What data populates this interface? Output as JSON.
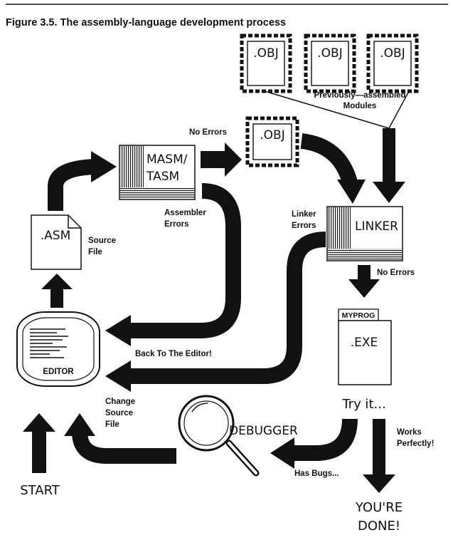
{
  "figure": {
    "title": "Figure 3.5.  The assembly-language development process"
  },
  "modules": {
    "box1": ".OBJ",
    "box2": ".OBJ",
    "box3": ".OBJ",
    "caption_line1": "Previously—assembled",
    "caption_line2": "Modules"
  },
  "assembler": {
    "line1": "MASM/",
    "line2": "TASM",
    "no_errors": "No Errors",
    "errors_line1": "Assembler",
    "errors_line2": "Errors",
    "output_obj": ".OBJ"
  },
  "source": {
    "file_label": ".ASM",
    "caption_line1": "Source",
    "caption_line2": "File"
  },
  "linker": {
    "label": "LINKER",
    "errors_line1": "Linker",
    "errors_line2": "Errors",
    "no_errors": "No Errors"
  },
  "executable": {
    "tab": "MYPROG",
    "label": ".EXE",
    "try_it": "Try it..."
  },
  "editor": {
    "label": "EDITOR",
    "back_to_editor": "Back To The Editor!",
    "change_line1": "Change",
    "change_line2": "Source",
    "change_line3": "File"
  },
  "debugger": {
    "label": "DEBUGGER",
    "has_bugs": "Has Bugs..."
  },
  "outcome": {
    "works_line1": "Works",
    "works_line2": "Perfectly!",
    "done_line1": "YOU'RE",
    "done_line2": "DONE!"
  },
  "start": {
    "label": "START"
  }
}
